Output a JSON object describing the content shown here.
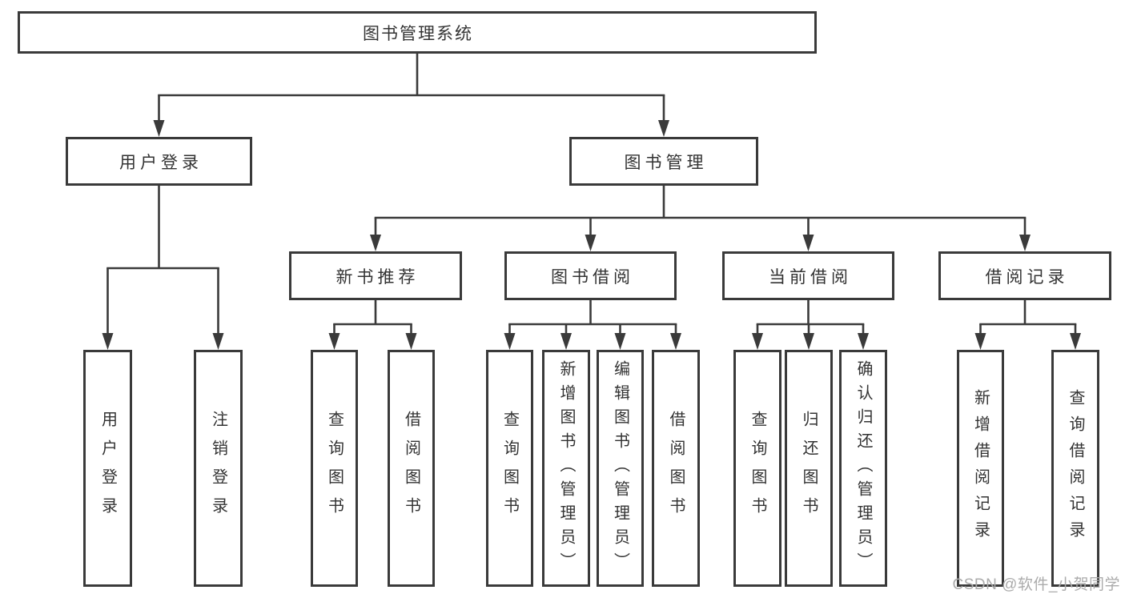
{
  "tree": {
    "root": {
      "label": "图书管理系统"
    },
    "branches": [
      {
        "label": "用户登录",
        "leaves": [
          {
            "label": "用户登录"
          },
          {
            "label": "注销登录"
          }
        ]
      },
      {
        "label": "图书管理",
        "groups": [
          {
            "label": "新书推荐",
            "leaves": [
              {
                "label": "查询图书"
              },
              {
                "label": "借阅图书"
              }
            ]
          },
          {
            "label": "图书借阅",
            "leaves": [
              {
                "label": "查询图书"
              },
              {
                "label": "新增图书（管理员）"
              },
              {
                "label": "编辑图书（管理员）"
              },
              {
                "label": "借阅图书"
              }
            ]
          },
          {
            "label": "当前借阅",
            "leaves": [
              {
                "label": "查询图书"
              },
              {
                "label": "归还图书"
              },
              {
                "label": "确认归还（管理员）"
              }
            ]
          },
          {
            "label": "借阅记录",
            "leaves": [
              {
                "label": "新增借阅记录"
              },
              {
                "label": "查询借阅记录"
              }
            ]
          }
        ]
      }
    ]
  },
  "watermark": {
    "text": "CSDN @软件_小贺同学"
  },
  "colors": {
    "line": "#3a3a3a",
    "text": "#333333",
    "box_background": "#ffffff",
    "watermark": "#ababab",
    "background": "#ffffff"
  }
}
